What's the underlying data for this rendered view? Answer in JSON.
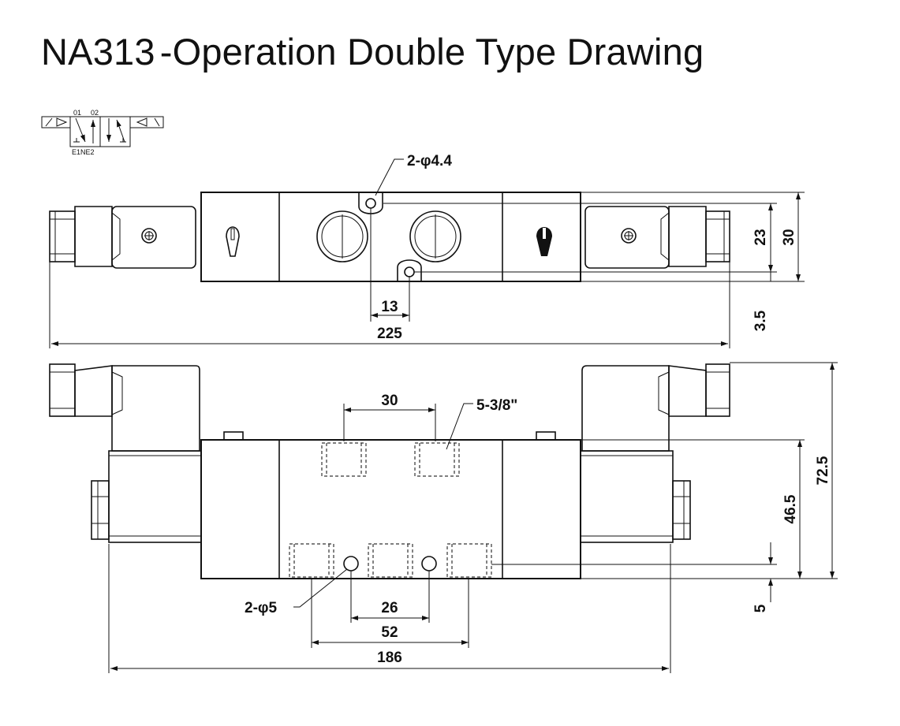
{
  "title": {
    "model": "NA313",
    "rest": "-Operation Double Type Drawing"
  },
  "symbol": {
    "port_01": "01",
    "port_02": "02",
    "bottom_ports": "E1NE2"
  },
  "top_view": {
    "mount_hole_label": "2-φ4.4",
    "dim_13": "13",
    "dim_225": "225",
    "dim_23": "23",
    "dim_30": "30",
    "dim_3_5": "3.5"
  },
  "front_view": {
    "dim_30": "30",
    "port_label": "5-3/8\"",
    "hole_label": "2-φ5",
    "dim_26": "26",
    "dim_52": "52",
    "dim_186": "186",
    "dim_72_5": "72.5",
    "dim_46_5": "46.5",
    "dim_5": "5"
  }
}
